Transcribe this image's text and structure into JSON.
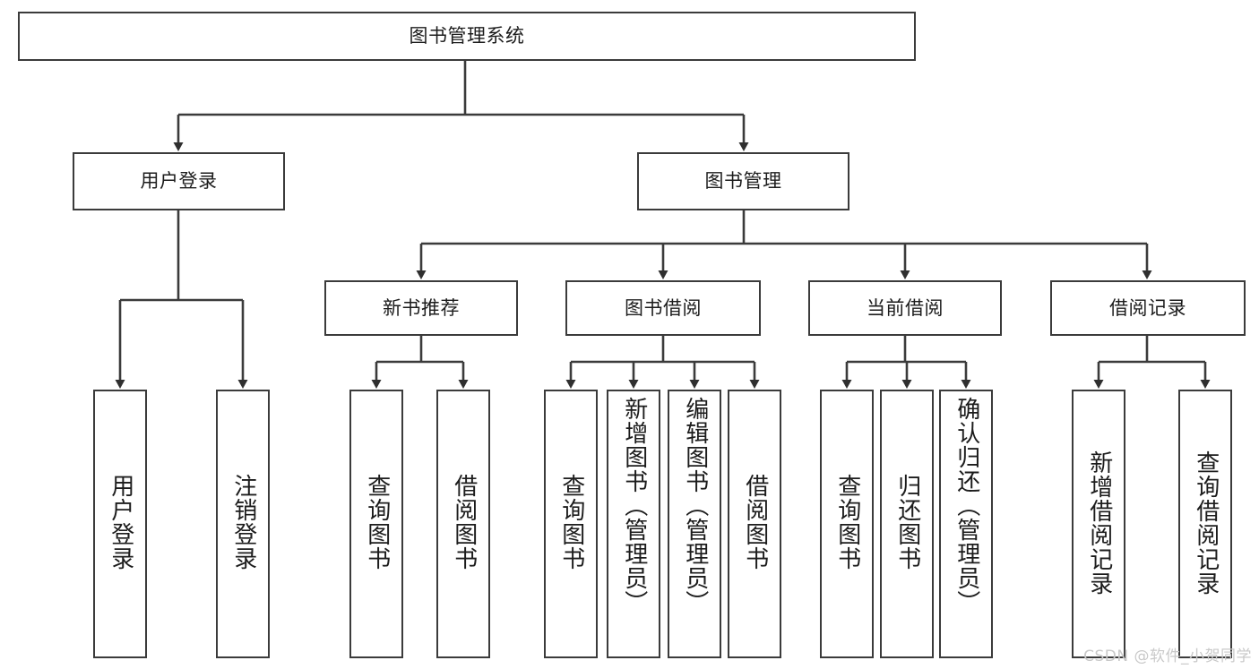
{
  "diagram": {
    "title": "图书管理系统",
    "type": "tree",
    "root": {
      "label": "图书管理系统"
    },
    "level1": [
      {
        "label": "用户登录"
      },
      {
        "label": "图书管理"
      }
    ],
    "level2": [
      {
        "label": "新书推荐"
      },
      {
        "label": "图书借阅"
      },
      {
        "label": "当前借阅"
      },
      {
        "label": "借阅记录"
      }
    ],
    "leaves": {
      "user_login": [
        {
          "label": "用户登录"
        },
        {
          "label": "注销登录"
        }
      ],
      "new_book_recommend": [
        {
          "label": "查询图书"
        },
        {
          "label": "借阅图书"
        }
      ],
      "book_borrow": [
        {
          "label": "查询图书"
        },
        {
          "label": "新增图书（管理员）"
        },
        {
          "label": "编辑图书（管理员）"
        },
        {
          "label": "借阅图书"
        }
      ],
      "current_borrow": [
        {
          "label": "查询图书"
        },
        {
          "label": "归还图书"
        },
        {
          "label": "确认归还（管理员）"
        }
      ],
      "borrow_record": [
        {
          "label": "新增借阅记录"
        },
        {
          "label": "查询借阅记录"
        }
      ]
    }
  },
  "watermark": {
    "text": "CSDN @软件_小贺同学"
  },
  "colors": {
    "stroke": "#3b3b3b",
    "background": "#ffffff",
    "text": "#1c1c1c",
    "watermark": "#c9c9c9"
  }
}
